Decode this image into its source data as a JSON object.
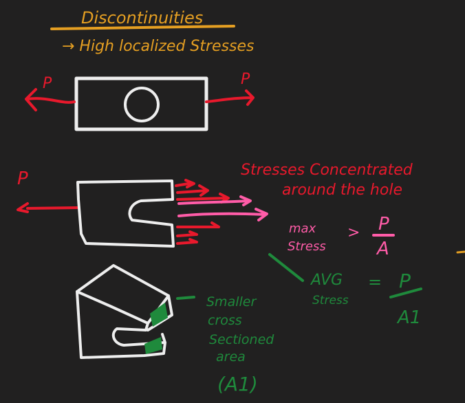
{
  "colors": {
    "background": "#212020",
    "orange": "#e59f22",
    "red": "#e8192c",
    "pink": "#ff5ca8",
    "green": "#1f8a3c",
    "white": "#eeeeee"
  },
  "heading": {
    "title": "Discontinuities",
    "subtitle": "→ High localized Stresses"
  },
  "figure1": {
    "load_left": "P",
    "load_right": "P"
  },
  "figure2": {
    "load_left": "P",
    "note_line1": "Stresses Concentrated",
    "note_line2": "around the hole",
    "max_label_line1": "max",
    "max_label_line2": "Stress",
    "max_relation": ">",
    "max_numerator": "P",
    "max_denominator": "A"
  },
  "figure3": {
    "area_label_lines": [
      "Smaller",
      "cross",
      "Sectioned",
      "area",
      "(A1)"
    ],
    "avg_label_line1": "AVG",
    "avg_label_line2": "Stress",
    "avg_relation": "=",
    "avg_numerator": "P",
    "avg_denominator": "A1"
  }
}
